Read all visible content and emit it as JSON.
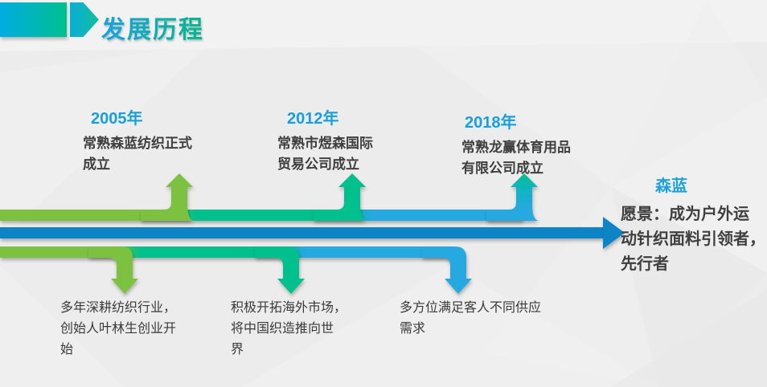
{
  "header": {
    "title": "发展历程"
  },
  "milestones": [
    {
      "year": "2005年",
      "lines": [
        "常熟森蓝纺织正式",
        "成立"
      ]
    },
    {
      "year": "2012年",
      "lines": [
        "常熟市煜森国际",
        "贸易公司成立"
      ]
    },
    {
      "year": "2018年",
      "lines": [
        "常熟龙赢体育用品",
        "有限公司成立"
      ]
    }
  ],
  "notes": [
    {
      "lines": [
        "多年深耕纺织行业，",
        "创始人叶林生创业开",
        "始"
      ]
    },
    {
      "lines": [
        "积极开拓海外市场，",
        "将中国织造推向世",
        "界"
      ]
    },
    {
      "lines": [
        "多方位满足客人不同供应",
        "需求"
      ]
    }
  ],
  "brand": {
    "name": "森蓝",
    "vision_lines": [
      "愿景：成为户外运",
      "动针织面料引领者，",
      "先行者"
    ]
  },
  "colors": {
    "green": "#7CC241",
    "teal": "#00C08D",
    "teal_mid": "#12B3C4",
    "cyan": "#25A9E1",
    "blue": "#0F84C6",
    "year_blue": "#17A0DB",
    "text_dark": "#3F3F3F"
  }
}
